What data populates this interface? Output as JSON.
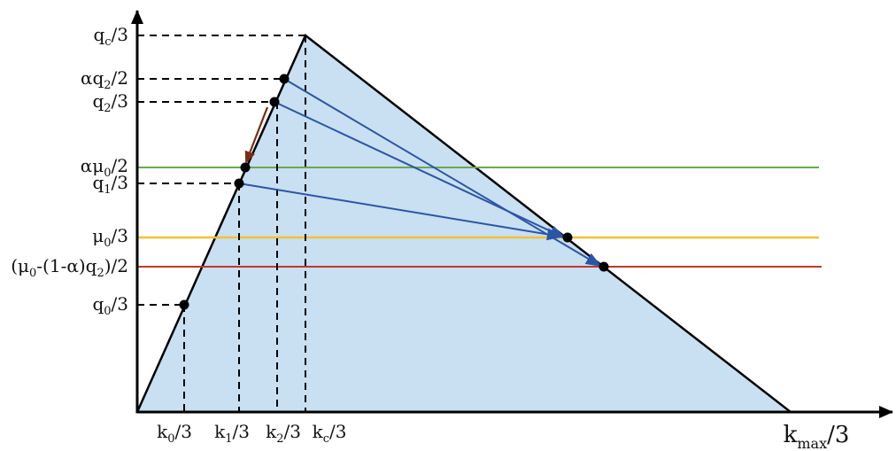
{
  "diagram": {
    "colors": {
      "fill": "#c9dff2",
      "outline": "#000000",
      "green_line": "#6aa84f",
      "yellow_line": "#f1c232",
      "red_line": "#c0392b",
      "blue_arrow": "#2b56a6",
      "brown_arrow": "#7a2e0e"
    },
    "y_labels": {
      "qc": "q c /3",
      "aq2": "αq 2/2",
      "q2": "q 2/3",
      "amu0": "αμ 0/2",
      "q1": "q 1/3",
      "mu0": "μ 0/3",
      "mix": "(μ 0-(1-α)q 2)/2",
      "q0": "q 0/3"
    },
    "y_parts": {
      "qc": [
        "q",
        "c",
        "/3"
      ],
      "aq2": [
        "αq",
        "2",
        "/2"
      ],
      "q2": [
        "q",
        "2",
        "/3"
      ],
      "amu0": [
        "αμ",
        "0",
        "/2"
      ],
      "q1": [
        "q",
        "1",
        "/3"
      ],
      "mu0": [
        "μ",
        "0",
        "/3"
      ],
      "mix_a": [
        "(μ",
        "0",
        "-(1-α)q"
      ],
      "mix_b": [
        "2",
        ")/2"
      ],
      "q0": [
        "q",
        "0",
        "/3"
      ]
    },
    "x_parts": {
      "k0": [
        "k",
        "0",
        "/3"
      ],
      "k1": [
        "k",
        "1",
        "/3"
      ],
      "k2": [
        "k",
        "2",
        "/3"
      ],
      "kc": [
        "k",
        "c",
        "/3"
      ],
      "kmax": [
        "k",
        "max",
        "/3"
      ]
    }
  }
}
